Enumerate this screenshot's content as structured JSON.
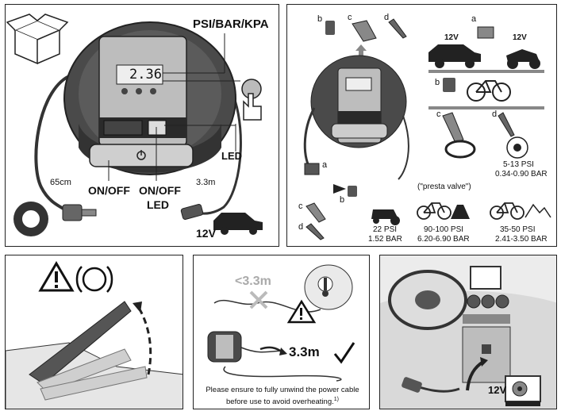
{
  "panel1": {
    "units_label": "PSI/BAR/KPA",
    "display_value": "2.36",
    "cable_length_left": "65cm",
    "led_label": "LED",
    "cable_length_right": "3.3m",
    "onoff_label": "ON/OFF",
    "onoff_led_label_1": "ON/OFF",
    "onoff_led_label_2": "LED",
    "voltage_label": "12V"
  },
  "panel2": {
    "letter_a_top": "a",
    "letter_b_top": "b",
    "letter_c_top": "c",
    "letter_d_top": "d",
    "car_voltage": "12V",
    "moto_voltage": "12V",
    "letter_b_mid": "b",
    "letter_c_mid": "c",
    "letter_d_mid": "d",
    "ball_psi": "5-13 PSI",
    "ball_bar": "0.34-0.90 BAR",
    "letter_a_hose": "a",
    "letter_b_hose": "b",
    "presta_note": "(\"presta valve\")",
    "letter_c_bot": "c",
    "letter_d_bot": "d",
    "mower_psi": "22 PSI",
    "mower_bar": "1.52 BAR",
    "road_psi": "90-100 PSI",
    "road_bar": "6.20-6.90 BAR",
    "mtb_psi": "35-50 PSI",
    "mtb_bar": "2.41-3.50 BAR"
  },
  "panel4": {
    "short_length": "<3.3m",
    "long_length": "3.3m",
    "note": "Please ensure to fully unwind the power cable before use to avoid overheating.",
    "footnote": "1)"
  },
  "panel5": {
    "voltage_label": "12V"
  }
}
